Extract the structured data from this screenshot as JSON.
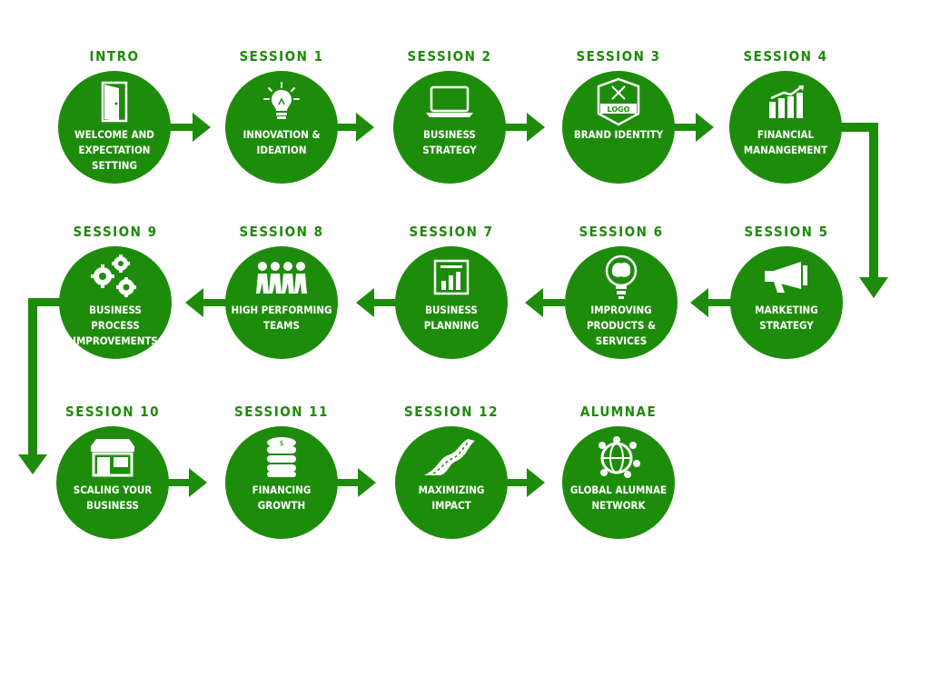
{
  "colors": {
    "node": "#1e8c0b",
    "label": "#1f8a0a",
    "arrow": "#1e8c0b",
    "icon": "#ffffff"
  },
  "sessions": [
    {
      "label": "INTRO",
      "title": "WELCOME AND EXPECTATION SETTING",
      "icon": "door-icon"
    },
    {
      "label": "SESSION 1",
      "title": "INNOVATION & IDEATION",
      "icon": "lightbulb-icon"
    },
    {
      "label": "SESSION 2",
      "title": "BUSINESS STRATEGY",
      "icon": "laptop-icon"
    },
    {
      "label": "SESSION 3",
      "title": "BRAND IDENTITY",
      "icon": "logo-badge-icon",
      "badge_text": "LOGO"
    },
    {
      "label": "SESSION 4",
      "title": "FINANCIAL MANANGEMENT",
      "icon": "growth-chart-icon"
    },
    {
      "label": "SESSION 5",
      "title": "MARKETING STRATEGY",
      "icon": "megaphone-icon"
    },
    {
      "label": "SESSION 6",
      "title": "IMPROVING PRODUCTS & SERVICES",
      "icon": "brain-bulb-icon"
    },
    {
      "label": "SESSION 7",
      "title": "BUSINESS PLANNING",
      "icon": "report-chart-icon"
    },
    {
      "label": "SESSION 8",
      "title": "HIGH PERFORMING TEAMS",
      "icon": "team-icon"
    },
    {
      "label": "SESSION 9",
      "title": "BUSINESS PROCESS IMPROVEMENTS",
      "icon": "gears-icon"
    },
    {
      "label": "SESSION 10",
      "title": "SCALING YOUR BUSINESS",
      "icon": "storefront-icon"
    },
    {
      "label": "SESSION 11",
      "title": "FINANCING GROWTH",
      "icon": "coins-icon"
    },
    {
      "label": "SESSION 12",
      "title": "MAXIMIZING IMPACT",
      "icon": "road-icon"
    },
    {
      "label": "ALUMNAE",
      "title": "GLOBAL ALUMNAE NETWORK",
      "icon": "globe-network-icon"
    }
  ]
}
